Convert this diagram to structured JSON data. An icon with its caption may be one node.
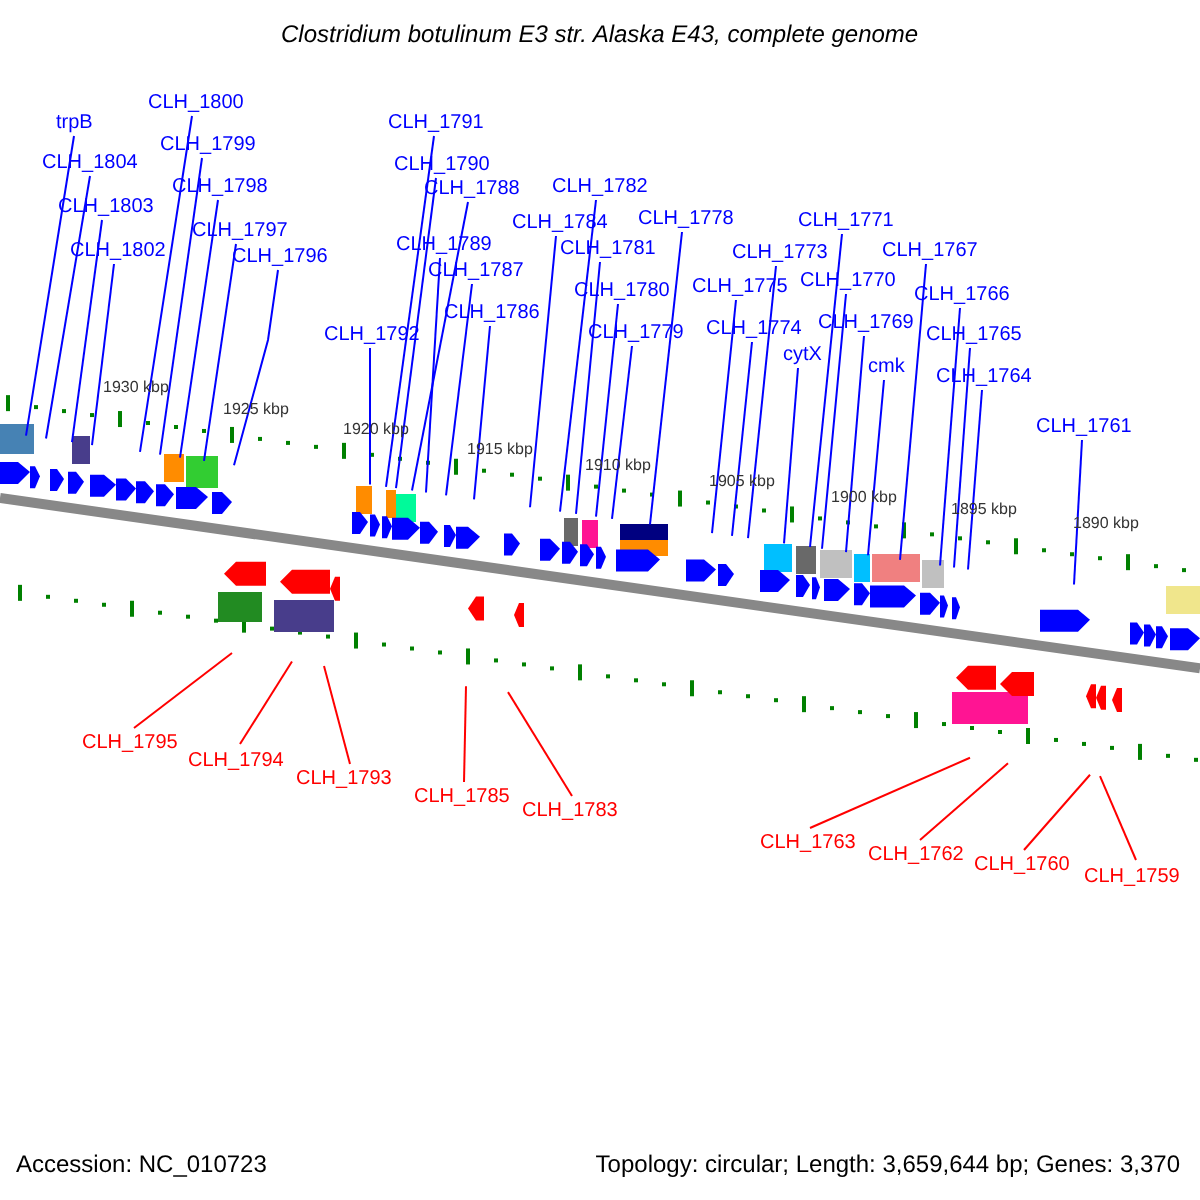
{
  "diagram": {
    "title": "Clostridium botulinum E3 str. Alaska E43, complete genome",
    "nodes": [
      {
        "text": [
          "trpB"
        ]
      },
      {
        "text": [
          "CLH_1804"
        ]
      },
      {
        "text": [
          "CLH_1803"
        ]
      },
      {
        "text": [
          "CLH_1802"
        ]
      },
      {
        "text": [
          "CLH_1800"
        ]
      },
      {
        "text": [
          "CLH_1799"
        ]
      },
      {
        "text": [
          "CLH_1798"
        ]
      },
      {
        "text": [
          "CLH_1797"
        ]
      },
      {
        "text": [
          "CLH_1796"
        ]
      },
      {
        "text": [
          "CLH_1792"
        ]
      },
      {
        "text": [
          "CLH_1791"
        ]
      },
      {
        "text": [
          "CLH_1790"
        ]
      },
      {
        "text": [
          "CLH_1788"
        ]
      },
      {
        "text": [
          "CLH_1789"
        ]
      },
      {
        "text": [
          "CLH_1787"
        ]
      },
      {
        "text": [
          "CLH_1786"
        ]
      },
      {
        "text": [
          "CLH_1784"
        ]
      },
      {
        "text": [
          "CLH_1782"
        ]
      },
      {
        "text": [
          "CLH_1781"
        ]
      },
      {
        "text": [
          "CLH_1780"
        ]
      },
      {
        "text": [
          "CLH_1779"
        ]
      },
      {
        "text": [
          "CLH_1778"
        ]
      },
      {
        "text": [
          "CLH_1775"
        ]
      },
      {
        "text": [
          "CLH_1773"
        ]
      },
      {
        "text": [
          "CLH_1774"
        ]
      },
      {
        "text": [
          "cytX"
        ]
      },
      {
        "text": [
          "CLH_1771"
        ]
      },
      {
        "text": [
          "CLH_1770"
        ]
      },
      {
        "text": [
          "CLH_1769"
        ]
      },
      {
        "text": [
          "cmk"
        ]
      },
      {
        "text": [
          "CLH_1767"
        ]
      },
      {
        "text": [
          "CLH_1766"
        ]
      },
      {
        "text": [
          "CLH_1765"
        ]
      },
      {
        "text": [
          "CLH_1764"
        ]
      },
      {
        "text": [
          "CLH_1761"
        ]
      },
      {
        "text": [
          "CLH_1795"
        ]
      },
      {
        "text": [
          "CLH_1794"
        ]
      },
      {
        "text": [
          "CLH_1793"
        ]
      },
      {
        "text": [
          "CLH_1785"
        ]
      },
      {
        "text": [
          "CLH_1783"
        ]
      },
      {
        "text": [
          "CLH_1763"
        ]
      },
      {
        "text": [
          "CLH_1762"
        ]
      },
      {
        "text": [
          "CLH_1760"
        ]
      },
      {
        "text": [
          "CLH_1759"
        ]
      }
    ],
    "edges": [
      {
        "from": 0,
        "to": null,
        "arrow": "none"
      },
      {
        "from": 1,
        "to": null,
        "arrow": "none"
      },
      {
        "from": 2,
        "to": null,
        "arrow": "none"
      },
      {
        "from": 3,
        "to": null,
        "arrow": "none"
      },
      {
        "from": 4,
        "to": null,
        "arrow": "none"
      },
      {
        "from": 5,
        "to": null,
        "arrow": "none"
      },
      {
        "from": 6,
        "to": null,
        "arrow": "none"
      },
      {
        "from": 7,
        "to": null,
        "arrow": "none"
      },
      {
        "from": 8,
        "to": null,
        "arrow": "none"
      },
      {
        "from": 9,
        "to": null,
        "arrow": "none"
      },
      {
        "from": 10,
        "to": null,
        "arrow": "none"
      },
      {
        "from": 11,
        "to": null,
        "arrow": "none"
      },
      {
        "from": 12,
        "to": null,
        "arrow": "none"
      },
      {
        "from": 13,
        "to": null,
        "arrow": "none"
      },
      {
        "from": 14,
        "to": null,
        "arrow": "none"
      },
      {
        "from": 15,
        "to": null,
        "arrow": "none"
      },
      {
        "from": 16,
        "to": null,
        "arrow": "none"
      },
      {
        "from": 17,
        "to": null,
        "arrow": "none"
      },
      {
        "from": 18,
        "to": null,
        "arrow": "none"
      },
      {
        "from": 19,
        "to": null,
        "arrow": "none"
      },
      {
        "from": 20,
        "to": null,
        "arrow": "none"
      },
      {
        "from": 21,
        "to": null,
        "arrow": "none"
      },
      {
        "from": 22,
        "to": null,
        "arrow": "none"
      },
      {
        "from": 23,
        "to": null,
        "arrow": "none"
      },
      {
        "from": 24,
        "to": null,
        "arrow": "none"
      },
      {
        "from": 25,
        "to": null,
        "arrow": "none"
      },
      {
        "from": 26,
        "to": null,
        "arrow": "none"
      },
      {
        "from": 27,
        "to": null,
        "arrow": "none"
      },
      {
        "from": 28,
        "to": null,
        "arrow": "none"
      },
      {
        "from": 29,
        "to": null,
        "arrow": "none"
      },
      {
        "from": 30,
        "to": null,
        "arrow": "none"
      },
      {
        "from": 31,
        "to": null,
        "arrow": "none"
      },
      {
        "from": 32,
        "to": null,
        "arrow": "none"
      },
      {
        "from": 33,
        "to": null,
        "arrow": "none"
      },
      {
        "from": 34,
        "to": null,
        "arrow": "none"
      },
      {
        "from": 35,
        "to": null,
        "arrow": "none",
        "color": "#ff0000"
      },
      {
        "from": 36,
        "to": null,
        "arrow": "none",
        "color": "#ff0000"
      },
      {
        "from": 37,
        "to": null,
        "arrow": "none",
        "color": "#ff0000"
      },
      {
        "from": 38,
        "to": null,
        "arrow": "none",
        "color": "#ff0000"
      },
      {
        "from": 39,
        "to": null,
        "arrow": "none",
        "color": "#ff0000"
      },
      {
        "from": 40,
        "to": null,
        "arrow": "none",
        "color": "#ff0000"
      },
      {
        "from": 41,
        "to": null,
        "arrow": "none",
        "color": "#ff0000"
      },
      {
        "from": 42,
        "to": null,
        "arrow": "none",
        "color": "#ff0000"
      },
      {
        "from": 43,
        "to": null,
        "arrow": "none",
        "color": "#ff0000"
      }
    ],
    "labels": [
      "1930 kbp",
      "1925 kbp",
      "1920 kbp",
      "1915 kbp",
      "1910 kbp",
      "1905 kbp",
      "1900 kbp",
      "1895 kbp",
      "1890 kbp",
      "Accession: NC_010723",
      "Topology: circular; Length: 3,659,644 bp; Genes: 3,370"
    ]
  }
}
